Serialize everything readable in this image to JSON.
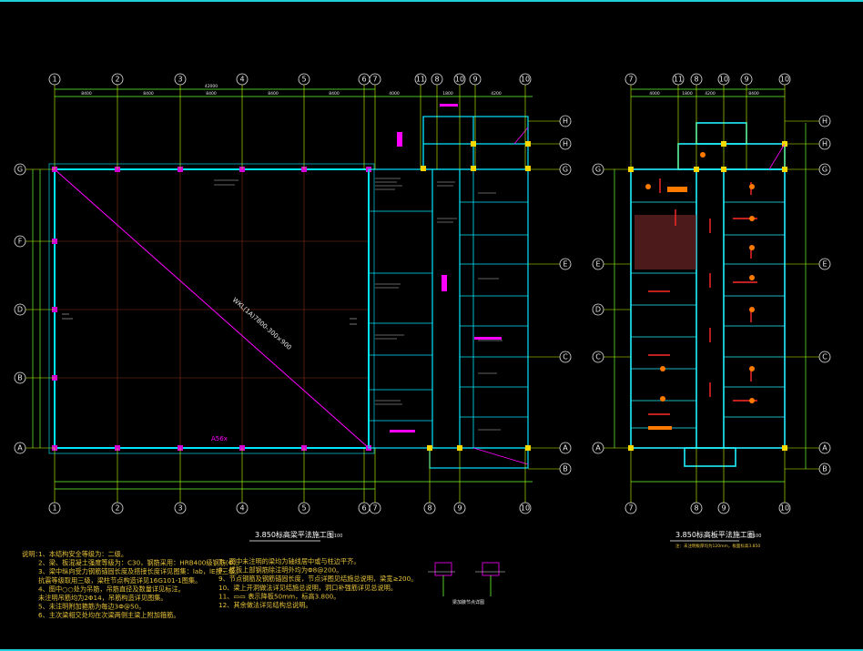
{
  "colors": {
    "background": "#000000",
    "frame": "#1fd0d8",
    "grid": "#c8ff00",
    "beam": "#00e5ff",
    "wall": "#20f0ff",
    "dimension": "#66ff33",
    "diagonal": "#ff00ff",
    "notes": "#e6c23a",
    "column": "#ffd400",
    "marker": "#ff7a00",
    "rebar": "#ff2a2a",
    "text": "#e8e8e8"
  },
  "left_plan": {
    "title": "3.850标高梁平法施工图",
    "scale": "1:100",
    "top_axes": [
      "1",
      "2",
      "3",
      "4",
      "5",
      "6",
      "7",
      "11",
      "8",
      "10",
      "9",
      "10"
    ],
    "bottom_axes": [
      "1",
      "2",
      "3",
      "4",
      "5",
      "6",
      "7",
      "8",
      "9",
      "10"
    ],
    "left_axes": [
      "G",
      "F",
      "D",
      "B",
      "A"
    ],
    "right_axes": [
      "H",
      "H",
      "G",
      "E",
      "C",
      "A",
      "B"
    ],
    "dims_top": [
      "8400",
      "8400",
      "8400",
      "8400",
      "8400",
      "4000",
      "1800",
      "4200"
    ],
    "dims_total": "42000",
    "diagonal_label": "WKL(1A)7800-300×900",
    "axis_a_label": "A56x"
  },
  "right_plan": {
    "title": "3.850标高板平法施工图",
    "scale": "1:100",
    "subtitle": "注：未注明板厚均为120mm，板面标高3.850",
    "top_axes": [
      "7",
      "11",
      "8",
      "10",
      "9",
      "10"
    ],
    "bottom_axes": [
      "7",
      "8",
      "9",
      "10"
    ],
    "left_axes": [
      "G",
      "E",
      "D",
      "C",
      "A"
    ],
    "right_axes": [
      "H",
      "H",
      "G",
      "E",
      "C",
      "A",
      "B"
    ],
    "dims_top": [
      "4000",
      "1800",
      "4200",
      "8400"
    ]
  },
  "detail": {
    "caption": "梁加腋节点详图"
  },
  "notes": {
    "header": "说明：",
    "col1": [
      "1、本结构安全等级为：二级。",
      "2、梁、板混凝土强度等级为：C30，钢筋采用：HRB400级钢筋(Φ)。",
      "3、梁中纵向受力钢筋锚固长度及搭接长度详见图集：lab，lE按三级。",
      "    抗震等级取用三级，梁柱节点构造详见16G101-1图集。",
      "4、图中○○处为吊筋，吊筋直径及数量详见标注。",
      "    未注明吊筋均为2Φ14，吊筋构造详见图集。",
      "5、未注明附加箍筋为每边3Φ@50。",
      "6、主次梁相交处均在次梁两侧主梁上附加箍筋。"
    ],
    "col2": [
      "7、图中未注明的梁均为轴线居中或与柱边平齐。",
      "8、楼板上部钢筋除注明外均为Φ8@200。",
      "9、节点钢筋及钢筋锚固长度，节点详图见结施总说明，梁宽≥200。",
      "10、梁上开洞做法详见结施总说明，洞口补强筋详见总说明。",
      "11、▭▭ 表示降板50mm，标高3.800。",
      "12、其余做法详见结构总说明。"
    ]
  }
}
